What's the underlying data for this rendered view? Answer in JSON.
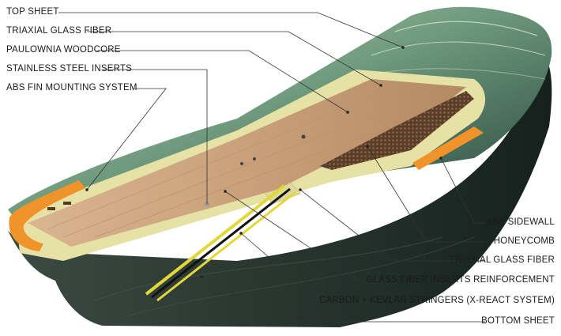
{
  "diagram": {
    "labels_left": [
      {
        "id": "top-sheet",
        "text": "TOP SHEET"
      },
      {
        "id": "triaxial-glass-fiber-top",
        "text": "TRIAXIAL GLASS FIBER"
      },
      {
        "id": "paulownia-woodcore",
        "text": "PAULOWNIA WOODCORE"
      },
      {
        "id": "stainless-steel-inserts",
        "text": "STAINLESS STEEL INSERTS"
      },
      {
        "id": "abs-fin-mounting-system",
        "text": "ABS FIN MOUNTING SYSTEM"
      }
    ],
    "labels_right": [
      {
        "id": "abs-sidewall",
        "text": "ABS SIDEWALL"
      },
      {
        "id": "honeycomb",
        "text": "HONEYCOMB"
      },
      {
        "id": "triaxial-glass-fiber-bottom",
        "text": "TRIAXIAL GLASS FIBER"
      },
      {
        "id": "glass-fiber-inserts-reinforcement",
        "text": "GLASS FIBER INSERTS REINFORCEMENT"
      },
      {
        "id": "carbon-kevlar-stringers",
        "text": "CARBON + KEVLAR STRINGERS (X-REACT SYSTEM)"
      },
      {
        "id": "bottom-sheet",
        "text": "BOTTOM SHEET"
      }
    ],
    "colors": {
      "top_sheet_light": "#b9cfa6",
      "top_sheet_dark": "#1f3a34",
      "bottom_sheet": "#27332e",
      "glass_fiber": "#e6e2a6",
      "woodcore": "#c9a37f",
      "honeycomb": "#6a4a32",
      "abs_sidewall": "#f0932a",
      "stringer_yellow": "#e3d83a",
      "stringer_black": "#111111",
      "leader_line": "#333333"
    }
  }
}
